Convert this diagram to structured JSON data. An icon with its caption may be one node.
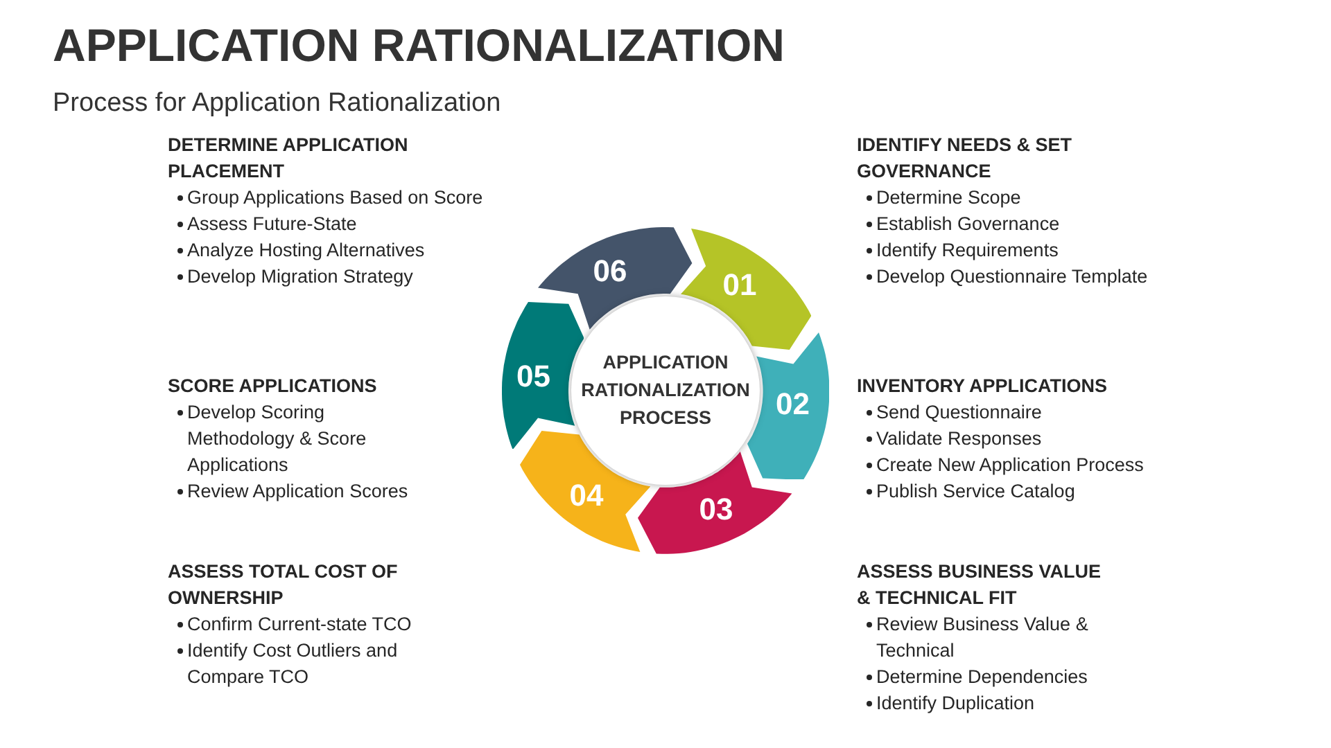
{
  "diagram": {
    "title": "APPLICATION RATIONALIZATION",
    "caption": "Process for Application Rationalization",
    "nodes": [
      {
        "text": [
          "APPLICATION RATIONALIZATION PROCESS"
        ]
      },
      {
        "text": [
          "01"
        ]
      },
      {
        "text": [
          "02"
        ]
      },
      {
        "text": [
          "03"
        ]
      },
      {
        "text": [
          "04"
        ]
      },
      {
        "text": [
          "05"
        ]
      },
      {
        "text": [
          "06"
        ]
      }
    ],
    "labels": [
      "DETERMINE APPLICATION PLACEMENT",
      "Group Applications Based on Score",
      "Assess Future-State",
      "Analyze Hosting Alternatives",
      "Develop Migration Strategy",
      "IDENTIFY NEEDS & SET GOVERNANCE",
      "Determine Scope",
      "Establish Governance",
      "Identify Requirements",
      "Develop Questionnaire Template",
      "SCORE APPLICATIONS",
      "Develop Scoring Methodology & Score Applications",
      "Review Application Scores",
      "INVENTORY APPLICATIONS",
      "Send Questionnaire",
      "Validate Responses",
      "Create New Application Process",
      "Publish Service Catalog",
      "ASSESS TOTAL COST OF OWNERSHIP",
      "Confirm Current-state TCO",
      "Identify Cost Outliers and Compare TCO",
      "ASSESS BUSINESS VALUE & TECHNICAL FIT",
      "Review Business Value & Technical",
      "Determine Dependencies",
      "Identify Duplication"
    ]
  }
}
